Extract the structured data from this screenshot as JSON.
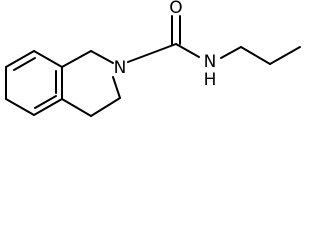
{
  "molecule": {
    "atoms": {
      "oxygen": "O",
      "ring_nitrogen": "N",
      "amide_nitrogen": "N",
      "amide_hydrogen": "H"
    }
  },
  "colors": {
    "bond": "#000000",
    "label": "#000000",
    "background": "#ffffff"
  }
}
